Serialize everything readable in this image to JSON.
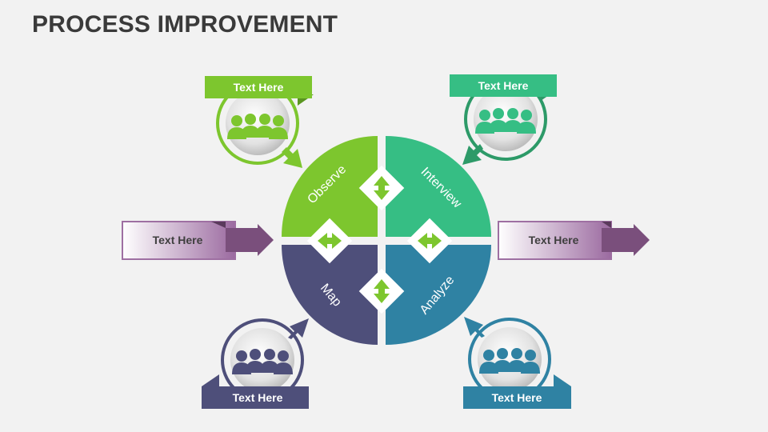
{
  "title": "PROCESS IMPROVEMENT",
  "colors": {
    "green": "#7dc62e",
    "teal_green": "#36be84",
    "navy": "#4e4f7a",
    "teal_blue": "#2f82a3",
    "purple": "#7a4f7c",
    "box_border": "#9e6fa2"
  },
  "quadrants": [
    {
      "label": "Observe",
      "color": "#7dc62e"
    },
    {
      "label": "Interview",
      "color": "#36be84"
    },
    {
      "label": "Map",
      "color": "#4e4f7a"
    },
    {
      "label": "Analyze",
      "color": "#2f82a3"
    }
  ],
  "callouts": {
    "top_left": "Text Here",
    "top_right": "Text Here",
    "bottom_left": "Text Here",
    "bottom_right": "Text Here"
  },
  "side_boxes": {
    "left": "Text Here",
    "right": "Text Here"
  },
  "icons": [
    "people-group-icon",
    "double-arrow-icon"
  ]
}
